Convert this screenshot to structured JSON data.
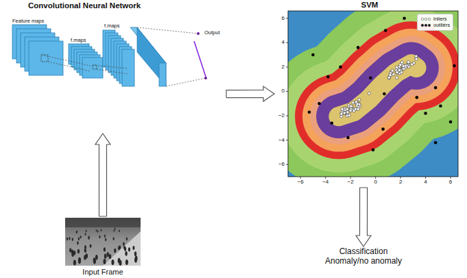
{
  "diagram": {
    "nodes": [
      {
        "text": [
          "Convolutional Neural Network"
        ]
      },
      {
        "text": [
          "SVM"
        ]
      },
      {
        "text": [
          "Input Frame"
        ]
      },
      {
        "text": [
          "Classification Anomaly/no anomaly"
        ]
      }
    ],
    "edges": [
      {
        "from": 2,
        "to": 0,
        "arrow": "to"
      },
      {
        "from": 0,
        "to": 1,
        "arrow": "to"
      },
      {
        "from": 1,
        "to": 3,
        "arrow": "to"
      }
    ],
    "labels": [
      "Feature maps",
      "f.maps",
      "f.maps",
      "Output",
      "6",
      "4",
      "2",
      "0",
      "−2",
      "−4",
      "−6",
      "−6",
      "−4",
      "−2",
      "0",
      "2",
      "4",
      "6"
    ],
    "legend": [
      {
        "text": "inliers"
      },
      {
        "text": "outliers"
      }
    ]
  }
}
